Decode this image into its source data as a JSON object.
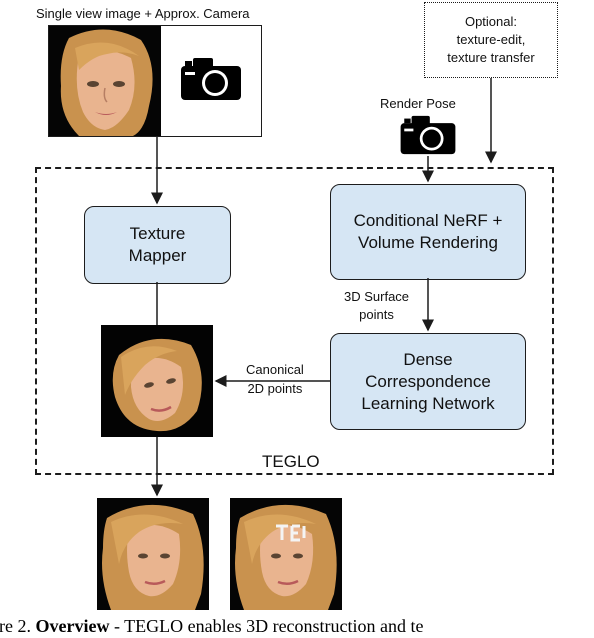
{
  "input": {
    "label": "Single view image + Approx. Camera"
  },
  "optional_box": {
    "text": "Optional:\ntexture-edit,\ntexture transfer"
  },
  "render_pose": {
    "label": "Render Pose"
  },
  "nodes": {
    "texture_mapper": "Texture\nMapper",
    "conditional_nerf": "Conditional NeRF +\nVolume Rendering",
    "dense_correspondence": "Dense\nCorrespondence\nLearning Network"
  },
  "edges": {
    "surface_points": "3D Surface\npoints",
    "canonical_points": "Canonical\n2D points"
  },
  "group": {
    "label": "TEGLO"
  },
  "caption": {
    "prefix": "ure 2.",
    "bold": "Overview",
    "text": " - TEGLO enables 3D reconstruction and te"
  },
  "colors": {
    "node_fill": "#d6e6f4",
    "stroke": "#1c1c1c",
    "hair": "#c9924e",
    "skin": "#e9b48f"
  },
  "icons": [
    "camera-icon"
  ]
}
